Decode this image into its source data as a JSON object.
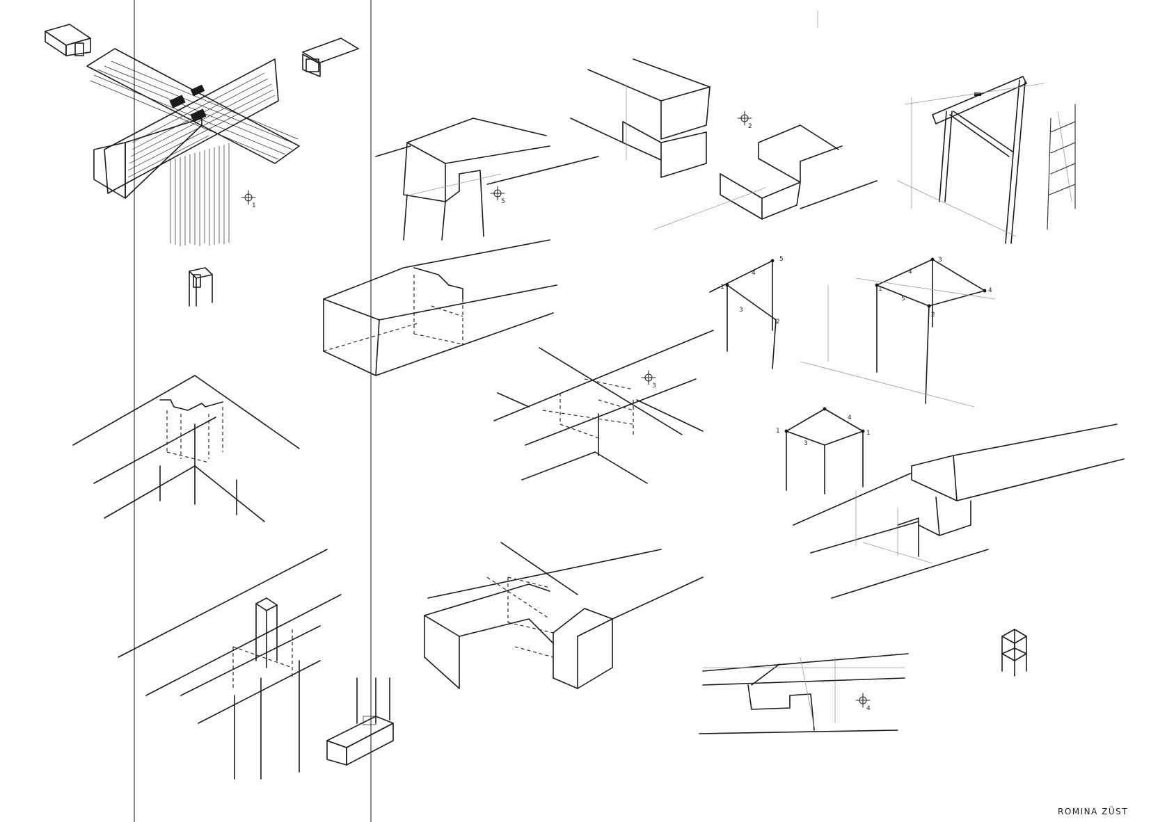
{
  "sheet": {
    "signature": "ROMINA ZÜST"
  },
  "markers": [
    {
      "label": "1"
    },
    {
      "label": "2"
    },
    {
      "label": "3"
    },
    {
      "label": "4"
    },
    {
      "label": "5"
    }
  ],
  "node_numbers": [
    "1",
    "2",
    "3",
    "4",
    "5"
  ]
}
